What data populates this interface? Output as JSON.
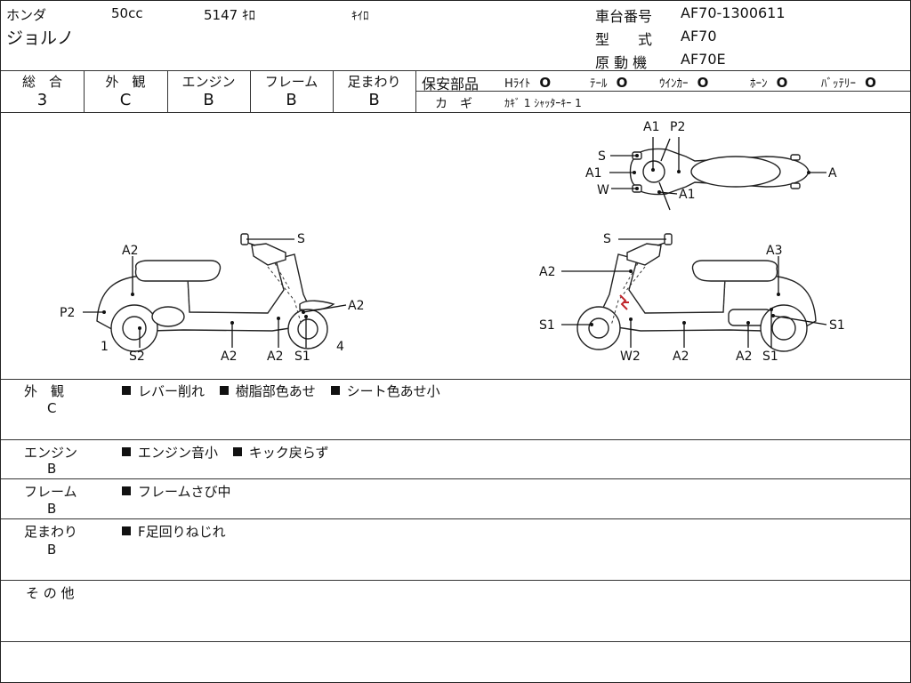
{
  "header": {
    "maker": "ホンダ",
    "displacement": "50cc",
    "mileage": "5147 ｷﾛ",
    "mileage_unit": "ｷｲﾛ",
    "model_name": "ジョルノ",
    "frame_no_label": "車台番号",
    "frame_no": "AF70-1300611",
    "type_label": "型　　式",
    "type": "AF70",
    "engine_label": "原 動 機",
    "engine": "AF70E"
  },
  "grades": [
    {
      "label": "総　合",
      "value": "3"
    },
    {
      "label": "外　観",
      "value": "C"
    },
    {
      "label": "エンジン",
      "value": "B"
    },
    {
      "label": "フレーム",
      "value": "B"
    },
    {
      "label": "足まわり",
      "value": "B"
    }
  ],
  "safety": {
    "title": "保安部品",
    "items": [
      {
        "label": "Hﾗｲﾄ",
        "mark": "O"
      },
      {
        "label": "ﾃｰﾙ",
        "mark": "O"
      },
      {
        "label": "ｳｲﾝｶｰ",
        "mark": "O"
      },
      {
        "label": "ﾎｰﾝ",
        "mark": "O"
      },
      {
        "label": "ﾊﾞｯﾃﾘｰ",
        "mark": "O"
      }
    ],
    "key_label": "カ　ギ",
    "key_value": "ｶｷﾞ 1  ｼｬｯﾀｰｷｰ 1"
  },
  "diagram": {
    "left_labels": {
      "a2_top": "A2",
      "s_top": "S",
      "p2": "P2",
      "a2_right": "A2",
      "n1": "1",
      "s2": "S2",
      "a2_b1": "A2",
      "a2_b2": "A2",
      "s1": "S1",
      "n4": "4"
    },
    "right_labels": {
      "s_top": "S",
      "a3": "A3",
      "a2": "A2",
      "s1_left": "S1",
      "s1_right": "S1",
      "w2": "W2",
      "a2_b1": "A2",
      "a2_b2": "A2",
      "s1_b": "S1"
    },
    "top_labels": {
      "a1": "A1",
      "p2": "P2",
      "s": "S",
      "a1_left": "A1",
      "w": "W",
      "a1_b": "A1",
      "a": "A"
    }
  },
  "remarks": [
    {
      "label": "外　観",
      "grade": "C",
      "items": [
        "レバー削れ",
        "樹脂部色あせ",
        "シート色あせ小"
      ]
    },
    {
      "label": "エンジン",
      "grade": "B",
      "items": [
        "エンジン音小",
        "キック戻らず"
      ]
    },
    {
      "label": "フレーム",
      "grade": "B",
      "items": [
        "フレームさび中"
      ]
    },
    {
      "label": "足まわり",
      "grade": "B",
      "items": [
        "F足回りねじれ"
      ]
    },
    {
      "label": "そ の 他",
      "grade": "",
      "items": []
    }
  ]
}
